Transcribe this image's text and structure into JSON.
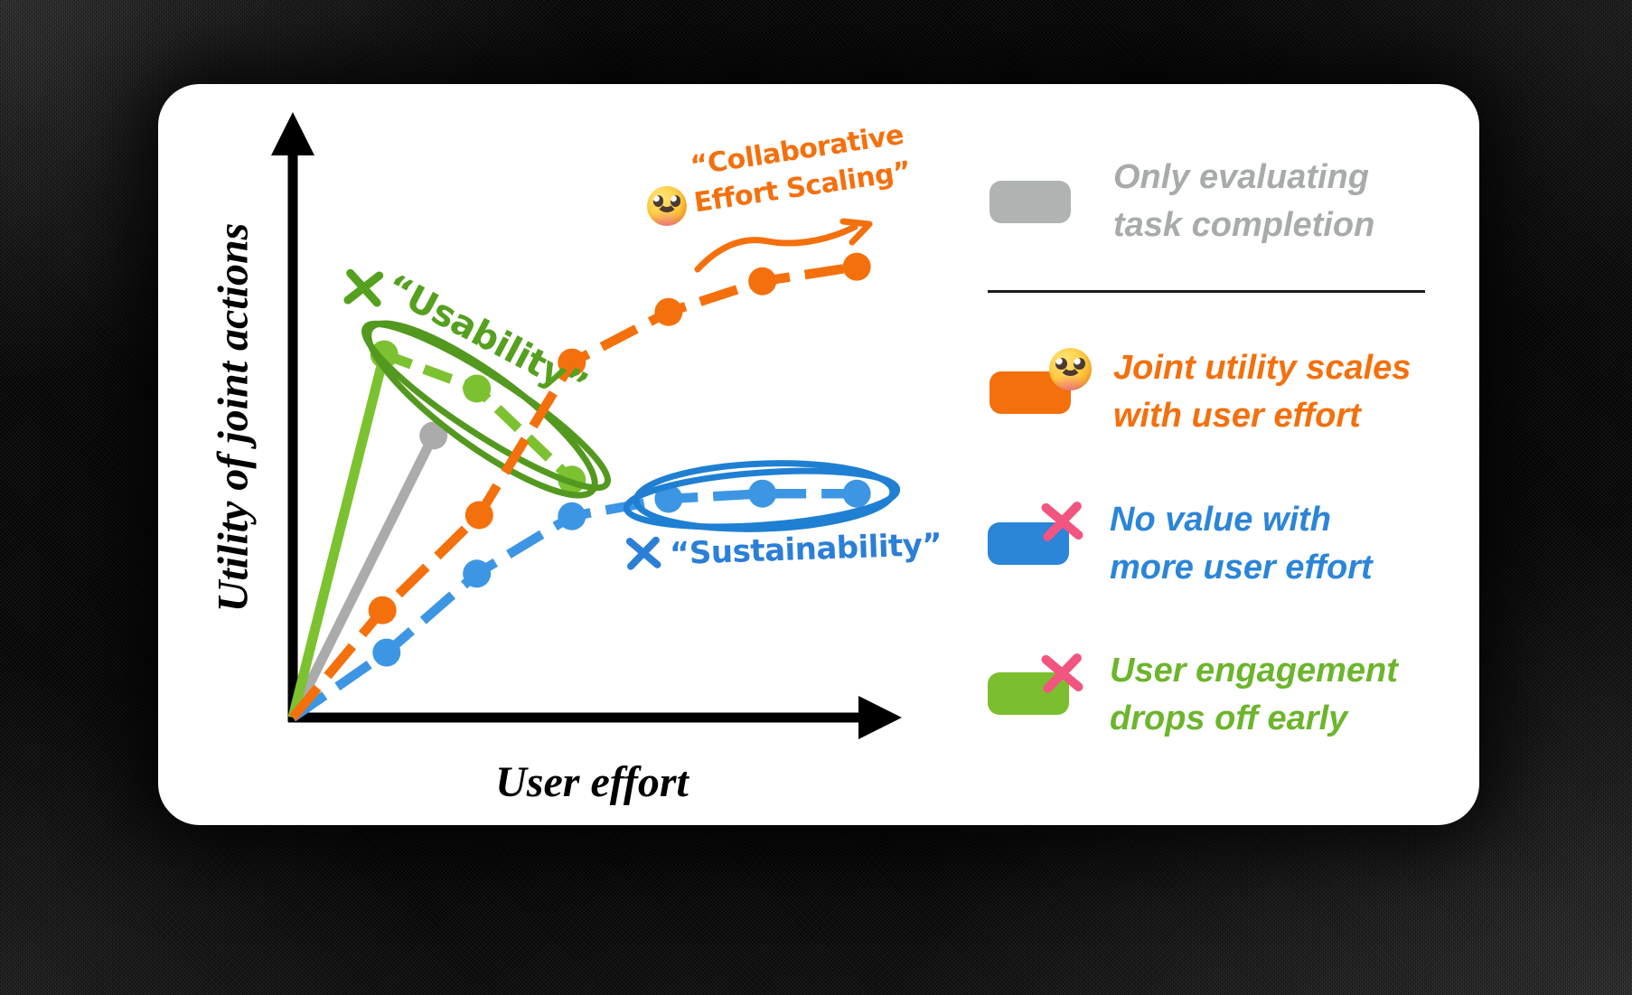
{
  "chart_data": {
    "type": "line",
    "title": "",
    "xlabel": "User effort",
    "ylabel": "Utility of joint actions",
    "xlim": [
      0,
      10
    ],
    "ylim": [
      0,
      10
    ],
    "grid": false,
    "legend_position": "right",
    "series": [
      {
        "id": "task-completion",
        "name": "Only evaluating task completion",
        "color": "#ABABAB",
        "line_style": "solid",
        "x": [
          0,
          2.37
        ],
        "y": [
          0,
          4.86
        ]
      },
      {
        "id": "usability",
        "name": "User engagement drops off early",
        "color": "#7CC230",
        "line_style": "solid-then-dashed",
        "x": [
          0,
          1.54,
          3.1,
          4.7
        ],
        "y": [
          0,
          6.26,
          5.67,
          4.1
        ]
      },
      {
        "id": "sustainability",
        "name": "No value with more user effort",
        "color": "#3D96E4",
        "line_style": "dashed",
        "x": [
          0,
          1.58,
          3.1,
          4.7,
          6.33,
          7.91,
          9.5
        ],
        "y": [
          0,
          1.12,
          2.48,
          3.47,
          3.77,
          3.86,
          3.86
        ]
      },
      {
        "id": "collaborative",
        "name": "Joint utility scales with user effort",
        "color": "#F4700D",
        "line_style": "dashed",
        "x": [
          0,
          1.51,
          3.14,
          4.7,
          6.33,
          7.91,
          9.5
        ],
        "y": [
          0,
          1.85,
          3.49,
          6.12,
          6.99,
          7.52,
          7.77
        ]
      }
    ],
    "annotations": [
      {
        "id": "usability-label",
        "text": "“Usability”",
        "x_mark": true,
        "color": "#55A01E"
      },
      {
        "id": "sustainability-label",
        "text": "“Sustainability”",
        "x_mark": true,
        "color": "#2B7FD6"
      },
      {
        "id": "collab-label",
        "lines": [
          "“Collaborative",
          "Effort Scaling”"
        ],
        "emoji": "slightly-smiling-face-emoji",
        "arrow": "wavy-up-right-arrow",
        "color": "#F4700D"
      },
      {
        "id": "usability-circle",
        "type": "hand-drawn-ellipse",
        "color": "#54991F"
      },
      {
        "id": "sustainability-circle",
        "type": "hand-drawn-ellipse",
        "color": "#1F7FD2"
      }
    ]
  },
  "legend": {
    "items": [
      {
        "swatch_color": "#AFB3B2",
        "marker": "none",
        "marker_color": "",
        "text_color": "#A7ABAA",
        "lines": [
          "Only evaluating",
          "task completion"
        ]
      },
      {
        "swatch_color": "#F4700D",
        "marker": "smiling-face-emoji",
        "marker_color": "",
        "text_color": "#F4700D",
        "lines": [
          "Joint utility scales",
          "with user effort"
        ]
      },
      {
        "swatch_color": "#2B85D8",
        "marker": "x-mark",
        "marker_color": "#F2557F",
        "text_color": "#2B85D8",
        "lines": [
          "No value with",
          "more user effort"
        ]
      },
      {
        "swatch_color": "#7CBF2E",
        "marker": "x-mark",
        "marker_color": "#F2557F",
        "text_color": "#6CB52C",
        "lines": [
          "User engagement",
          "drops off early"
        ]
      }
    ]
  }
}
